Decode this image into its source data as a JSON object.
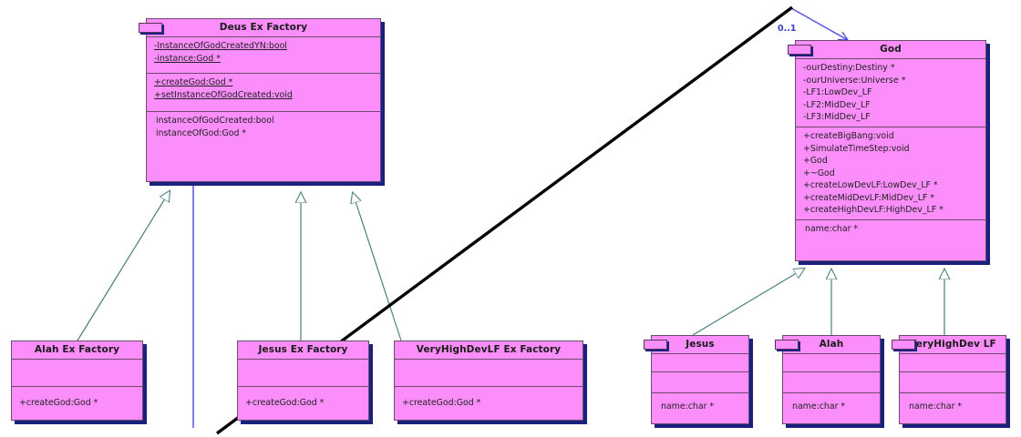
{
  "diagram": {
    "type": "uml-class-diagram",
    "background": "#ffffff",
    "class_fill": "#fb8efb",
    "class_border": "#6b4a6b",
    "shadow_color": "#19207e",
    "inheritance_line_color": "#4a7f7f",
    "association_color": "#4a4ae0",
    "annotation_line_color": "#000000"
  },
  "classes": {
    "deus_ex_factory": {
      "title": "Deus Ex Factory",
      "attributes": [
        "-InstanceOfGodCreatedYN:bool",
        "-instance:God *"
      ],
      "operations": [
        "+createGod:God *",
        "+setInstanceOfGodCreated:void"
      ],
      "extras": [
        "instanceOfGodCreated:bool",
        "instanceOfGod:God *"
      ]
    },
    "god": {
      "title": "God",
      "attributes": [
        "-ourDestiny:Destiny *",
        "-ourUniverse:Universe *",
        "-LF1:LowDev_LF",
        "-LF2:MidDev_LF",
        "-LF3:MidDev_LF"
      ],
      "operations": [
        "+createBigBang:void",
        "+SimulateTimeStep:void",
        "+God",
        "+~God",
        "+createLowDevLF:LowDev_LF *",
        "+createMidDevLF:MidDev_LF *",
        "+createHighDevLF:HighDev_LF *"
      ],
      "extras": [
        "name:char *"
      ]
    },
    "alah_ex_factory": {
      "title": "Alah Ex Factory",
      "attributes": [],
      "operations": [
        "+createGod:God *"
      ]
    },
    "jesus_ex_factory": {
      "title": "Jesus Ex Factory",
      "attributes": [],
      "operations": [
        "+createGod:God *"
      ]
    },
    "veryhighdevlf_ex_factory": {
      "title": "VeryHighDevLF Ex Factory",
      "attributes": [],
      "operations": [
        "+createGod:God *"
      ]
    },
    "jesus": {
      "title": "Jesus",
      "attributes": [],
      "operations": [],
      "extras": [
        "name:char *"
      ]
    },
    "alah": {
      "title": "Alah",
      "attributes": [],
      "operations": [],
      "extras": [
        "name:char *"
      ]
    },
    "veryhighdev_lf": {
      "title": "VeryHighDev LF",
      "attributes": [],
      "operations": [],
      "extras": [
        "name:char *"
      ]
    }
  },
  "relationships": {
    "association_multiplicity": "0..1",
    "generalizations_to_deus": [
      "alah_ex_factory",
      "jesus_ex_factory",
      "veryhighdevlf_ex_factory"
    ],
    "generalizations_to_god": [
      "jesus",
      "alah",
      "veryhighdev_lf"
    ]
  }
}
